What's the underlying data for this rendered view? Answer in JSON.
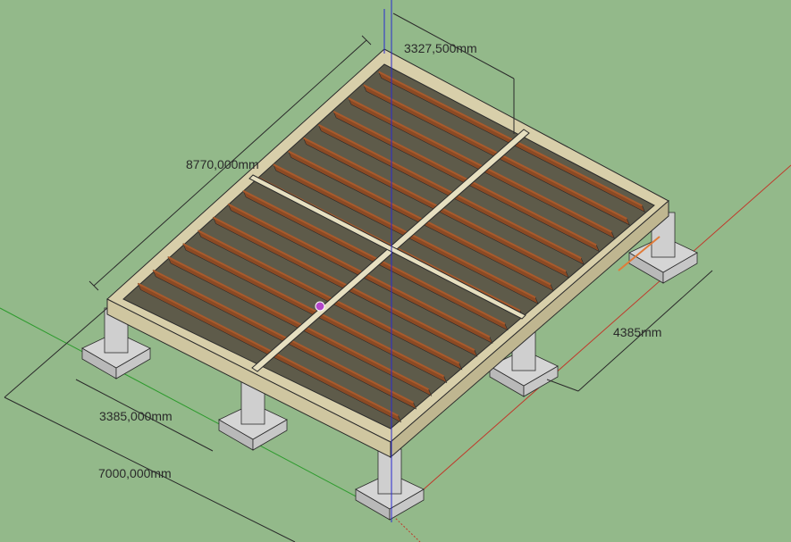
{
  "app": {
    "name": "3D model viewport"
  },
  "colors": {
    "ground": "#93b98a",
    "frame": "#d8cfaa",
    "frame_top": "#e6dfc0",
    "frame_edge": "#2b2b2b",
    "joist": "#8b4a24",
    "joist_top": "#a85a2c",
    "footing": "#d5d5d5",
    "footing_side": "#b9b9b9",
    "axis_red": "#c0392b",
    "axis_green": "#2e9b2e",
    "axis_blue": "#2a2ad0",
    "marker": "#b347c9"
  },
  "dimensions": {
    "top_spacing": "3327,500mm",
    "length": "8770,000mm",
    "side_span": "4385mm",
    "front_span": "3385,000mm",
    "width": "7000,000mm"
  },
  "joist_count": 17
}
